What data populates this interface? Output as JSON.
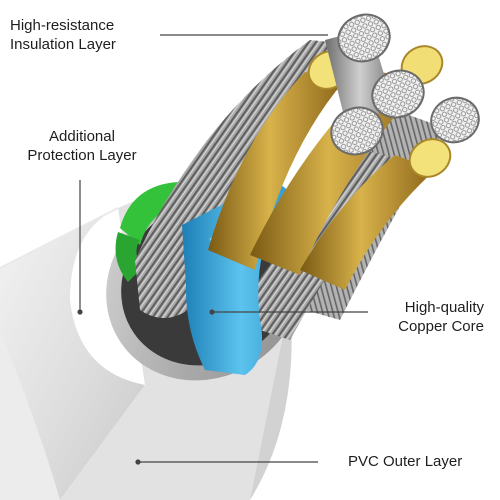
{
  "labels": {
    "insulation": {
      "line1": "High-resistance",
      "line2": "Insulation Layer"
    },
    "protection": {
      "line1": "Additional",
      "line2": "Protection Layer"
    },
    "copper": {
      "line1": "High-quality",
      "line2": "Copper Core"
    },
    "pvc": {
      "line1": "PVC Outer Layer"
    }
  },
  "colors": {
    "background": "#ffffff",
    "outer_jacket": "#dcdcdc",
    "foil_shield": "#b5b5b5",
    "green_layer": "#35c23b",
    "cyan_layer": "#2fb0cf",
    "blue_wire": "#40a8dc",
    "gold_wire": "#b8891e",
    "silver_strands": "#9a9a9a",
    "leader_line": "#444444",
    "text": "#1e1e1e"
  }
}
